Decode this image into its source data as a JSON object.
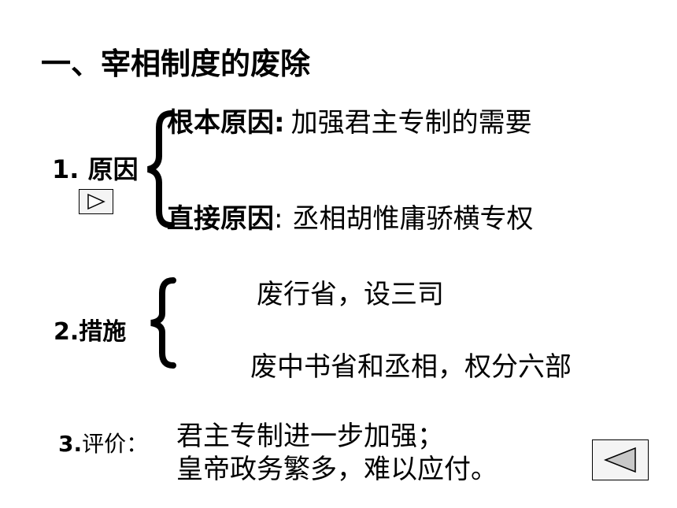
{
  "title": "一、宰相制度的废除",
  "section1": {
    "label": "1. 原因",
    "root_cause_label": "根本原因",
    "root_cause_sep": ":",
    "root_cause_text": "加强君主专制的需要",
    "direct_cause_label": "直接原因",
    "direct_cause_sep": ":",
    "direct_cause_text": "丞相胡惟庸骄横专权"
  },
  "section2": {
    "label": "2.措施",
    "item1": "废行省，设三司",
    "item2": "废中书省和丞相，权分六部"
  },
  "section3": {
    "label_num": "3.",
    "label_text": "评价：",
    "line1": "君主专制进一步加强；",
    "line2": "皇帝政务繁多，难以应付。"
  },
  "controls": {
    "play_icon": "play-triangle-icon",
    "back_icon": "back-triangle-icon"
  }
}
